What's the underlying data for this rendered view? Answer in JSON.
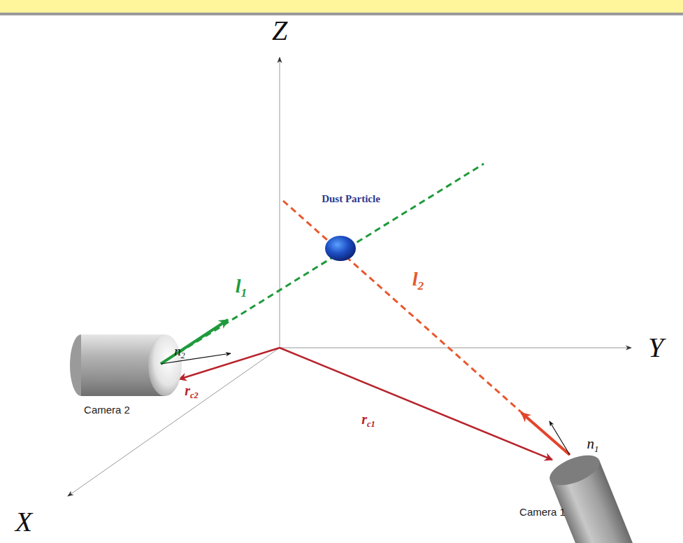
{
  "diagram": {
    "labels": [
      "Z",
      "Y",
      "X",
      "Dust Particle",
      "l1",
      "l2",
      "n2",
      "n1",
      "rc2",
      "rc1",
      "Camera 2",
      "Camera 1"
    ]
  }
}
